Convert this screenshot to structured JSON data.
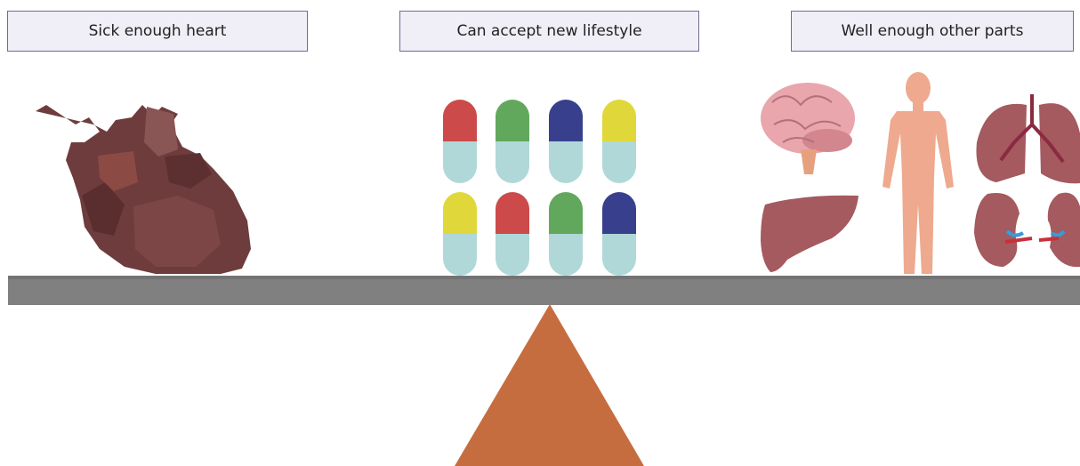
{
  "labels": {
    "left": "Sick enough heart",
    "middle": "Can accept new lifestyle",
    "right": "Well enough other parts"
  },
  "pills": [
    {
      "cap": "#cc4a4a"
    },
    {
      "cap": "#62a85c"
    },
    {
      "cap": "#38408e"
    },
    {
      "cap": "#e0d83a"
    },
    {
      "cap": "#e0d83a"
    },
    {
      "cap": "#cc4a4a"
    },
    {
      "cap": "#62a85c"
    },
    {
      "cap": "#38408e"
    }
  ],
  "colors": {
    "beam": "#808080",
    "fulcrum": "#c66d40",
    "heart": "#6e3c3c",
    "pill_base": "#b0d8d8",
    "box_fill": "#f0eef6",
    "box_border": "#6e6e98",
    "organ": "#a45a5e",
    "skin": "#eea98e",
    "brain": "#e9a6ad"
  },
  "icons": [
    "heart-icon",
    "pill-icon",
    "brain-icon",
    "body-icon",
    "lungs-icon",
    "liver-icon",
    "kidneys-icon"
  ]
}
